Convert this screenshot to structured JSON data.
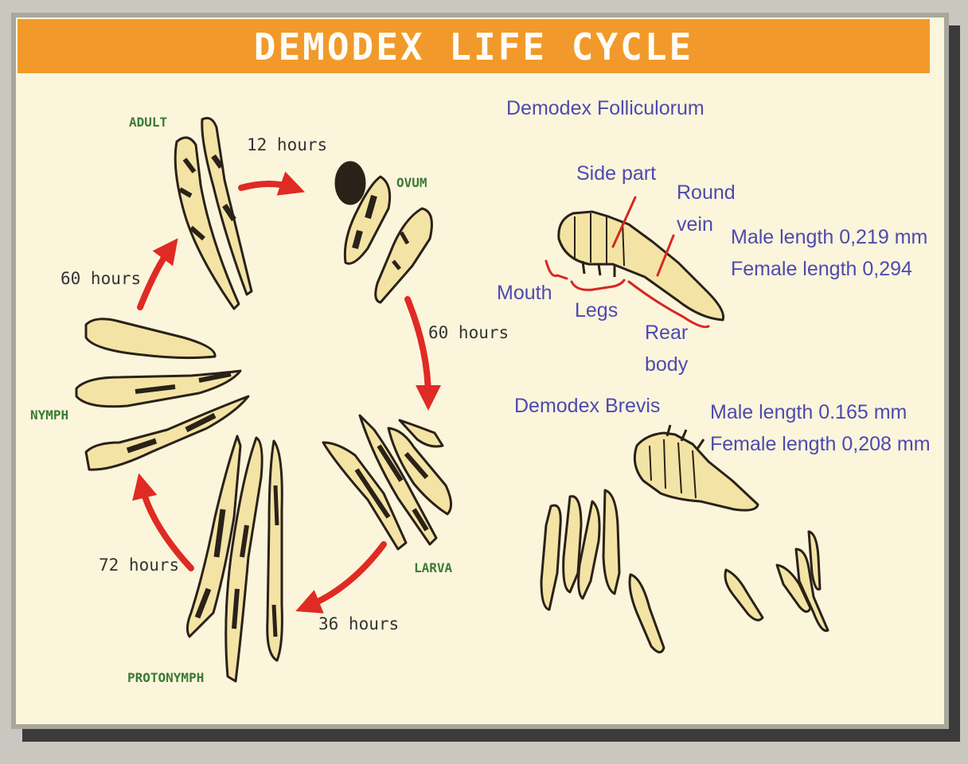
{
  "title": "DEMODEX LIFE CYCLE",
  "stages": {
    "adult": "ADULT",
    "ovum": "OVUM",
    "larva": "LARVA",
    "protonymph": "PROTONYMPH",
    "nymph": "NYMPH"
  },
  "durations": {
    "adult_to_ovum": "12 hours",
    "ovum_to_larva": "60 hours",
    "larva_to_protonymph": "36 hours",
    "protonymph_to_nymph": "72 hours",
    "nymph_to_adult": "60 hours"
  },
  "folliculorum": {
    "name": "Demodex Folliculorum",
    "side_part": "Side part",
    "round_vein_1": "Round",
    "round_vein_2": "vein",
    "mouth": "Mouth",
    "legs": "Legs",
    "rear_body_1": "Rear",
    "rear_body_2": "body",
    "male_length": "Male length 0,219 mm",
    "female_length": "Female length 0,294"
  },
  "brevis": {
    "name": "Demodex Brevis",
    "male_length": "Male length 0.165 mm",
    "female_length": "Female length 0,208 mm"
  },
  "colors": {
    "title_bar": "#f19a2b",
    "background": "#fbf5dc",
    "mite_body": "#f3e4a5",
    "mite_outline": "#2a2118",
    "arrow": "#e02a24",
    "stage_label": "#3c7a33",
    "annotation": "#4d4ab0"
  }
}
